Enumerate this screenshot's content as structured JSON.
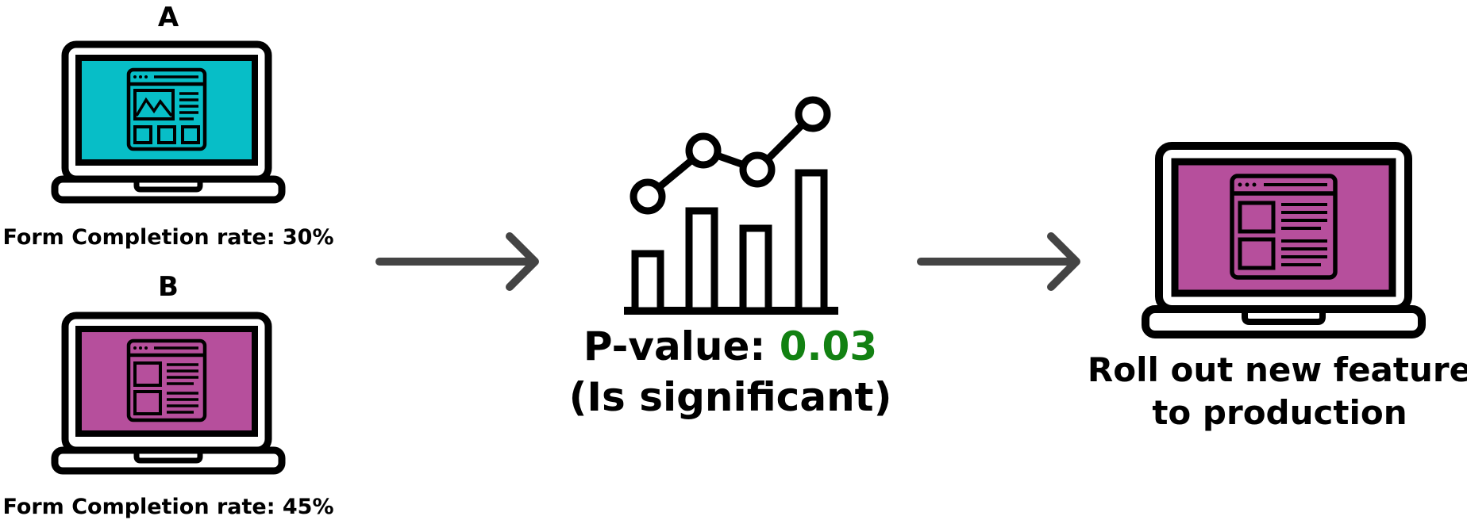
{
  "variant_a": {
    "letter": "A",
    "rate_label": "Form Completion rate: 30%"
  },
  "variant_b": {
    "letter": "B",
    "rate_label": "Form Completion rate: 45%"
  },
  "result": {
    "pvalue_prefix": "P-value: ",
    "pvalue_value": "0.03",
    "significance": "(Is significant)"
  },
  "outcome": {
    "line1": "Roll out new feature",
    "line2": "to production"
  },
  "colors": {
    "variant_a_screen": "#07BEC7",
    "variant_b_screen": "#B64F9C",
    "pvalue_green": "#128112",
    "arrow": "#444444",
    "outline": "#000000"
  },
  "icons": {
    "laptop_a": "laptop-icon",
    "laptop_b": "laptop-icon",
    "chart": "bar-line-chart-icon",
    "arrow": "right-arrow-icon",
    "laptop_final": "laptop-icon"
  }
}
